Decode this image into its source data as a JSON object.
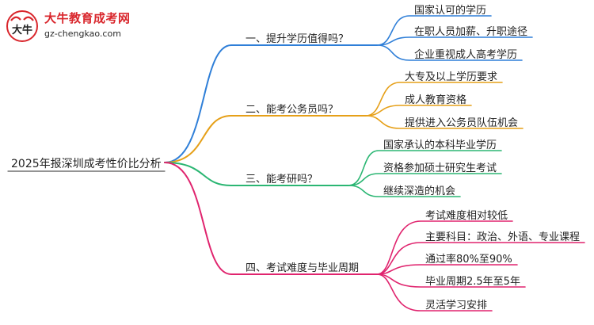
{
  "logo": {
    "title": "大牛教育成考网",
    "subtitle": "gz-chengkao.com",
    "mark_text": "大牛"
  },
  "root": "2025年报深圳成考性价比分析",
  "branches": [
    {
      "label": "一、提升学历值得吗？",
      "color": "#2f7fd8",
      "leaves": [
        "国家认可的学历",
        "在职人员加薪、升职途径",
        "企业重视成人高考学历"
      ]
    },
    {
      "label": "二、能考公务员吗？",
      "color": "#e6a019",
      "leaves": [
        "大专及以上学历要求",
        "成人教育资格",
        "提供进入公务员队伍机会"
      ]
    },
    {
      "label": "三、能考研吗？",
      "color": "#2bb673",
      "leaves": [
        "国家承认的本科毕业学历",
        "资格参加硕士研究生考试",
        "继续深造的机会"
      ]
    },
    {
      "label": "四、考试难度与毕业周期",
      "color": "#e0246e",
      "leaves": [
        "考试难度相对较低",
        "主要科目：政治、外语、专业课程",
        "通过率80%至90%",
        "毕业周期2.5年至5年",
        "灵活学习安排"
      ]
    }
  ]
}
